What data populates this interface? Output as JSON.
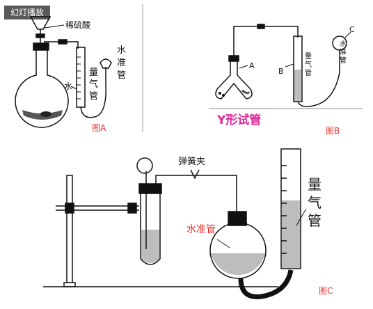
{
  "badge": {
    "label": "幻灯播放"
  },
  "panel_a": {
    "reagent_label": "稀硫酸",
    "water_label": "水",
    "gas_burette_label": "量气管",
    "leveling_tube_label": "水准管",
    "caption": "图A"
  },
  "panel_b": {
    "label_a": "A",
    "label_b": "B",
    "label_c": "C",
    "gas_burette_label": "量气管",
    "leveling_tube_label": "水准管",
    "y_tube_label": "Y形试管",
    "caption": "图B"
  },
  "panel_c": {
    "clamp_label": "弹簧夹",
    "leveling_tube_label": "水准管",
    "gas_burette_label": "量气管",
    "caption": "图C"
  },
  "colors": {
    "caption": "#e0322f",
    "y_tube_label": "#e0279a",
    "line": "#111111",
    "water": "#bdbdbd"
  }
}
